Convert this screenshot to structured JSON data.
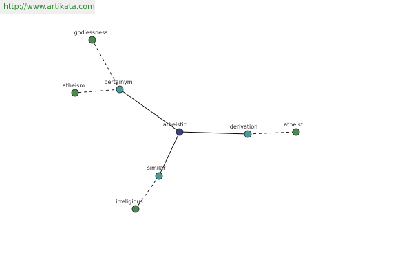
{
  "site": {
    "url_text": "http://www.artikata.com",
    "color": "#2e8b2e"
  },
  "colors": {
    "center_node": "#3b3f86",
    "relation_node": "#4a9a9a",
    "leaf_node": "#4a8a50",
    "solid_edge": "#000000",
    "dashed_edge": "#000000"
  },
  "graph": {
    "nodes": [
      {
        "id": "atheistic",
        "label": "atheistic",
        "kind": "center"
      },
      {
        "id": "pertainym",
        "label": "pertainym",
        "kind": "relation"
      },
      {
        "id": "derivation",
        "label": "derivation",
        "kind": "relation"
      },
      {
        "id": "similar",
        "label": "similar",
        "kind": "relation"
      },
      {
        "id": "godlessness",
        "label": "godlessness",
        "kind": "leaf"
      },
      {
        "id": "atheism",
        "label": "atheism",
        "kind": "leaf"
      },
      {
        "id": "atheist",
        "label": "atheist",
        "kind": "leaf"
      },
      {
        "id": "irreligious",
        "label": "irreligious",
        "kind": "leaf"
      }
    ],
    "edges": [
      {
        "from": "atheistic",
        "to": "pertainym",
        "style": "solid"
      },
      {
        "from": "atheistic",
        "to": "derivation",
        "style": "solid"
      },
      {
        "from": "atheistic",
        "to": "similar",
        "style": "solid"
      },
      {
        "from": "pertainym",
        "to": "godlessness",
        "style": "dashed"
      },
      {
        "from": "pertainym",
        "to": "atheism",
        "style": "dashed"
      },
      {
        "from": "derivation",
        "to": "atheist",
        "style": "dashed"
      },
      {
        "from": "similar",
        "to": "irreligious",
        "style": "dashed"
      }
    ]
  }
}
